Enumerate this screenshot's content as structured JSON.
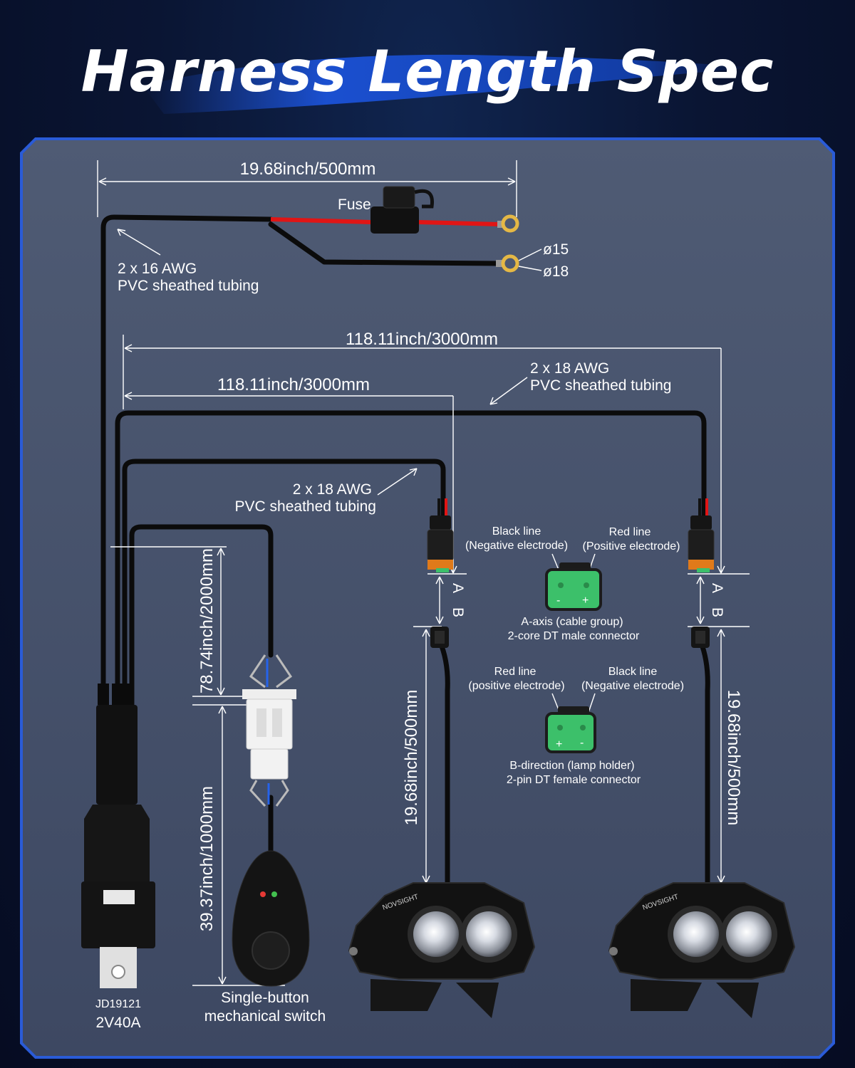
{
  "title": "Harness Length Spec",
  "colors": {
    "panel_border": "#2a5bd7",
    "panel_bg": "#4a5670",
    "wire": "#0b0b0b",
    "wire_red": "#e01515",
    "connector_green": "#3cc06a",
    "connector_orange": "#e07a1a"
  },
  "dimensions": {
    "top_length": "19.68inch/500mm",
    "long_run_1": "118.11inch/3000mm",
    "long_run_2": "118.11inch/3000mm",
    "switch_lead": "78.74inch/2000mm",
    "switch_tail": "39.37inch/1000mm",
    "lamp_left_lead": "19.68inch/500mm",
    "lamp_right_lead": "19.68inch/500mm"
  },
  "labels": {
    "fuse": "Fuse",
    "ring_15": "ø15",
    "ring_18": "ø18",
    "awg16_line1": "2 x 16 AWG",
    "awg16_line2": "PVC sheathed tubing",
    "awg18_top_line1": "2 x 18 AWG",
    "awg18_top_line2": "PVC sheathed tubing",
    "awg18_mid_line1": "2 x 18 AWG",
    "awg18_mid_line2": "PVC sheathed tubing",
    "axis_a": "A",
    "axis_b": "B",
    "relay_model": "JD19121",
    "relay_rating": "2V40A",
    "switch_line1": "Single-button",
    "switch_line2": "mechanical switch"
  },
  "connector_a": {
    "left_line1": "Black line",
    "left_line2": "(Negative electrode)",
    "right_line1": "Red line",
    "right_line2": "(Positive electrode)",
    "pin_left": "-",
    "pin_right": "+",
    "caption1": "A-axis (cable group)",
    "caption2": "2-core DT male connector"
  },
  "connector_b": {
    "left_line1": "Red line",
    "left_line2": "(positive electrode)",
    "right_line1": "Black line",
    "right_line2": "(Negative electrode)",
    "pin_left": "+",
    "pin_right": "-",
    "caption1": "B-direction (lamp holder)",
    "caption2": "2-pin DT female connector"
  },
  "lamp_brand": "NOVSIGHT"
}
